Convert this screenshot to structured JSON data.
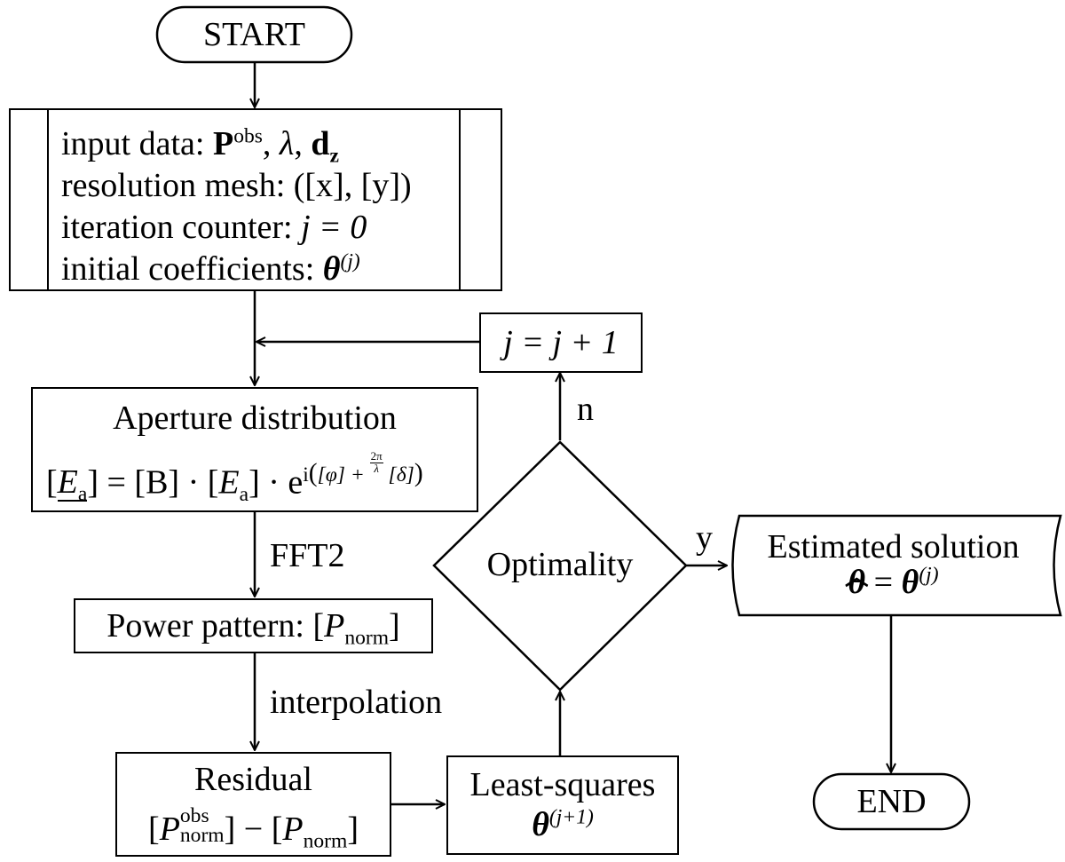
{
  "nodes": {
    "start": "START",
    "input": {
      "line1_label": "input data: ",
      "line1_p": "P",
      "line1_p_sup": "obs",
      "line1_lambda": "λ",
      "line1_d": "d",
      "line1_d_sub": "z",
      "line2": "resolution mesh: ([x], [y])",
      "line3_label": "iteration counter: ",
      "line3_eq": "j = 0",
      "line4_label": "initial coefficients: ",
      "line4_theta": "θ",
      "line4_sup": "(j)"
    },
    "aperture": {
      "title": "Aperture distribution",
      "eq_lhs": "E",
      "eq_lhs_sub": "a",
      "eq_mid": "] = [B] · [",
      "eq_e": "E",
      "eq_e_sub": "a",
      "eq_dot": "] · e",
      "exp_prefix": "i",
      "exp_phi": "[φ] + ",
      "exp_num": "2π",
      "exp_den": "λ",
      "exp_delta": "[δ]"
    },
    "power": {
      "label": "Power pattern: [",
      "p": "P",
      "p_sub": "norm",
      "close": "]"
    },
    "residual": {
      "title": "Residual",
      "p1": "P",
      "p1_sup": "obs",
      "p1_sub": "norm",
      "minus": "] − [",
      "p2": "P",
      "p2_sub": "norm"
    },
    "least_squares": {
      "title": "Least-squares",
      "theta": "θ",
      "sup": "(j+1)"
    },
    "increment": {
      "eq": "j = j + 1"
    },
    "optimality": "Optimality",
    "estimated": {
      "title": "Estimated solution",
      "theta_hat": "θ",
      "eq": " = ",
      "theta": "θ",
      "sup": "(j)"
    },
    "end": "END"
  },
  "edge_labels": {
    "fft2": "FFT2",
    "interpolation": "interpolation",
    "yes": "y",
    "no": "n"
  }
}
